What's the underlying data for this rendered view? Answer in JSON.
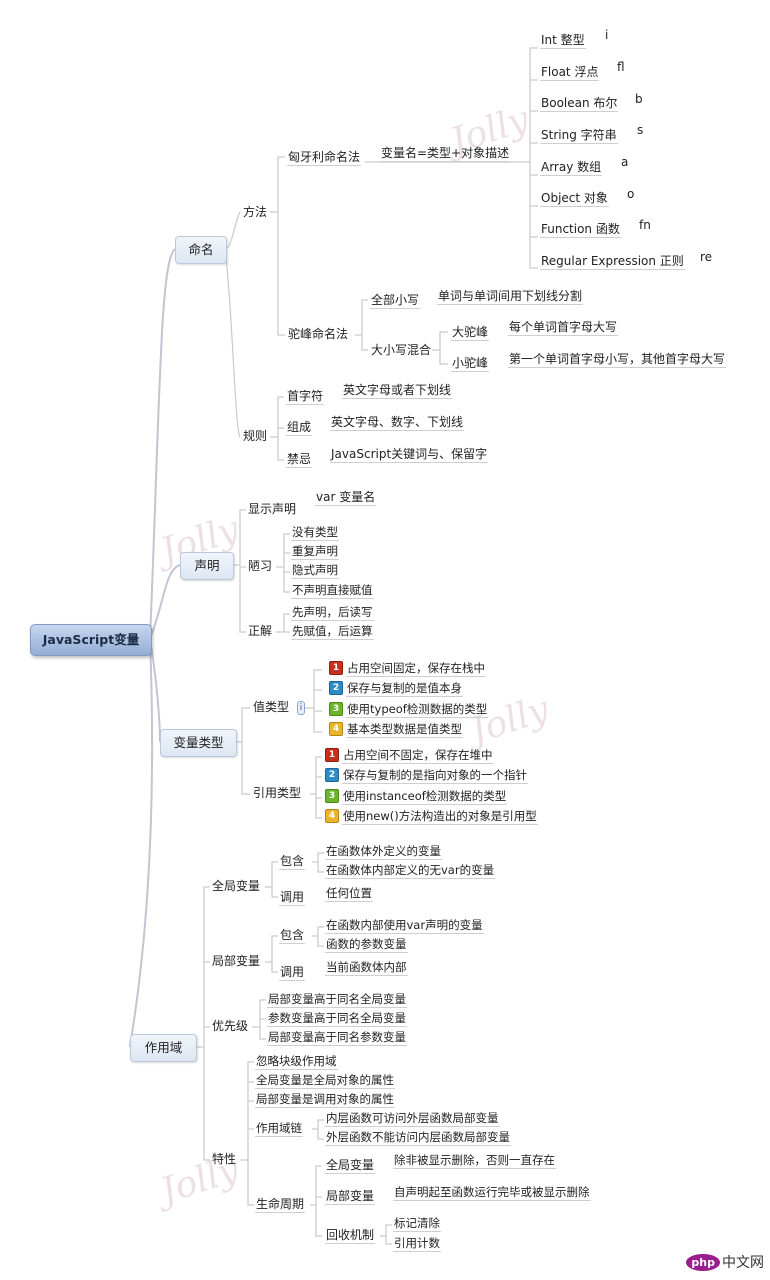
{
  "root": "JavaScript变量",
  "naming": {
    "title": "命名",
    "method": "方法",
    "hungarian": "匈牙利命名法",
    "hungarian_rule": "变量名=类型+对象描述",
    "types": [
      {
        "name": "Int 整型",
        "abbr": "i"
      },
      {
        "name": "Float 浮点",
        "abbr": "fl"
      },
      {
        "name": "Boolean 布尔",
        "abbr": "b"
      },
      {
        "name": "String 字符串",
        "abbr": "s"
      },
      {
        "name": "Array 数组",
        "abbr": "a"
      },
      {
        "name": "Object 对象",
        "abbr": "o"
      },
      {
        "name": "Function 函数",
        "abbr": "fn"
      },
      {
        "name": "Regular Expression 正则",
        "abbr": "re"
      }
    ],
    "camel": "驼峰命名法",
    "all_lower": "全部小写",
    "all_lower_desc": "单词与单词间用下划线分割",
    "mixed_case": "大小写混合",
    "upper_camel": "大驼峰",
    "upper_camel_desc": "每个单词首字母大写",
    "lower_camel": "小驼峰",
    "lower_camel_desc": "第一个单词首字母小写，其他首字母大写",
    "rules": "规则",
    "first_char": "首字符",
    "first_char_desc": "英文字母或者下划线",
    "compose": "组成",
    "compose_desc": "英文字母、数字、下划线",
    "forbid": "禁忌",
    "forbid_desc": "JavaScript关键词与、保留字"
  },
  "declare": {
    "title": "声明",
    "explicit": "显示声明",
    "explicit_desc": "var 变量名",
    "bad": "陋习",
    "bad_items": [
      "没有类型",
      "重复声明",
      "隐式声明",
      "不声明直接赋值"
    ],
    "correct": "正解",
    "correct_items": [
      "先声明，后读写",
      "先赋值，后运算"
    ]
  },
  "vartype": {
    "title": "变量类型",
    "value": "值类型",
    "value_items": [
      "占用空间固定，保存在栈中",
      "保存与复制的是值本身",
      "使用typeof检测数据的类型",
      "基本类型数据是值类型"
    ],
    "ref": "引用类型",
    "ref_items": [
      "占用空间不固定，保存在堆中",
      "保存与复制的是指向对象的一个指针",
      "使用instanceof检测数据的类型",
      "使用new()方法构造出的对象是引用型"
    ]
  },
  "scope": {
    "title": "作用域",
    "global": "全局变量",
    "contains": "包含",
    "global_contains": [
      "在函数体外定义的变量",
      "在函数体内部定义的无var的变量"
    ],
    "call": "调用",
    "global_call": "任何位置",
    "local": "局部变量",
    "local_contains": [
      "在函数内部使用var声明的变量",
      "函数的参数变量"
    ],
    "local_call": "当前函数体内部",
    "priority": "优先级",
    "priority_items": [
      "局部变量高于同名全局变量",
      "参数变量高于同名全局变量",
      "局部变量高于同名参数变量"
    ],
    "feature": "特性",
    "feature_items": [
      "忽略块级作用域",
      "全局变量是全局对象的属性",
      "局部变量是调用对象的属性"
    ],
    "chain": "作用域链",
    "chain_items": [
      "内层函数可访问外层函数局部变量",
      "外层函数不能访问内层函数局部变量"
    ],
    "lifecycle": "生命周期",
    "lc_global": "全局变量",
    "lc_global_desc": "除非被显示删除，否则一直存在",
    "lc_local": "局部变量",
    "lc_local_desc": "自声明起至函数运行完毕或被显示删除",
    "gc": "回收机制",
    "gc_items": [
      "标记清除",
      "引用计数"
    ]
  },
  "logo": {
    "badge": "php",
    "text": "中文网"
  }
}
